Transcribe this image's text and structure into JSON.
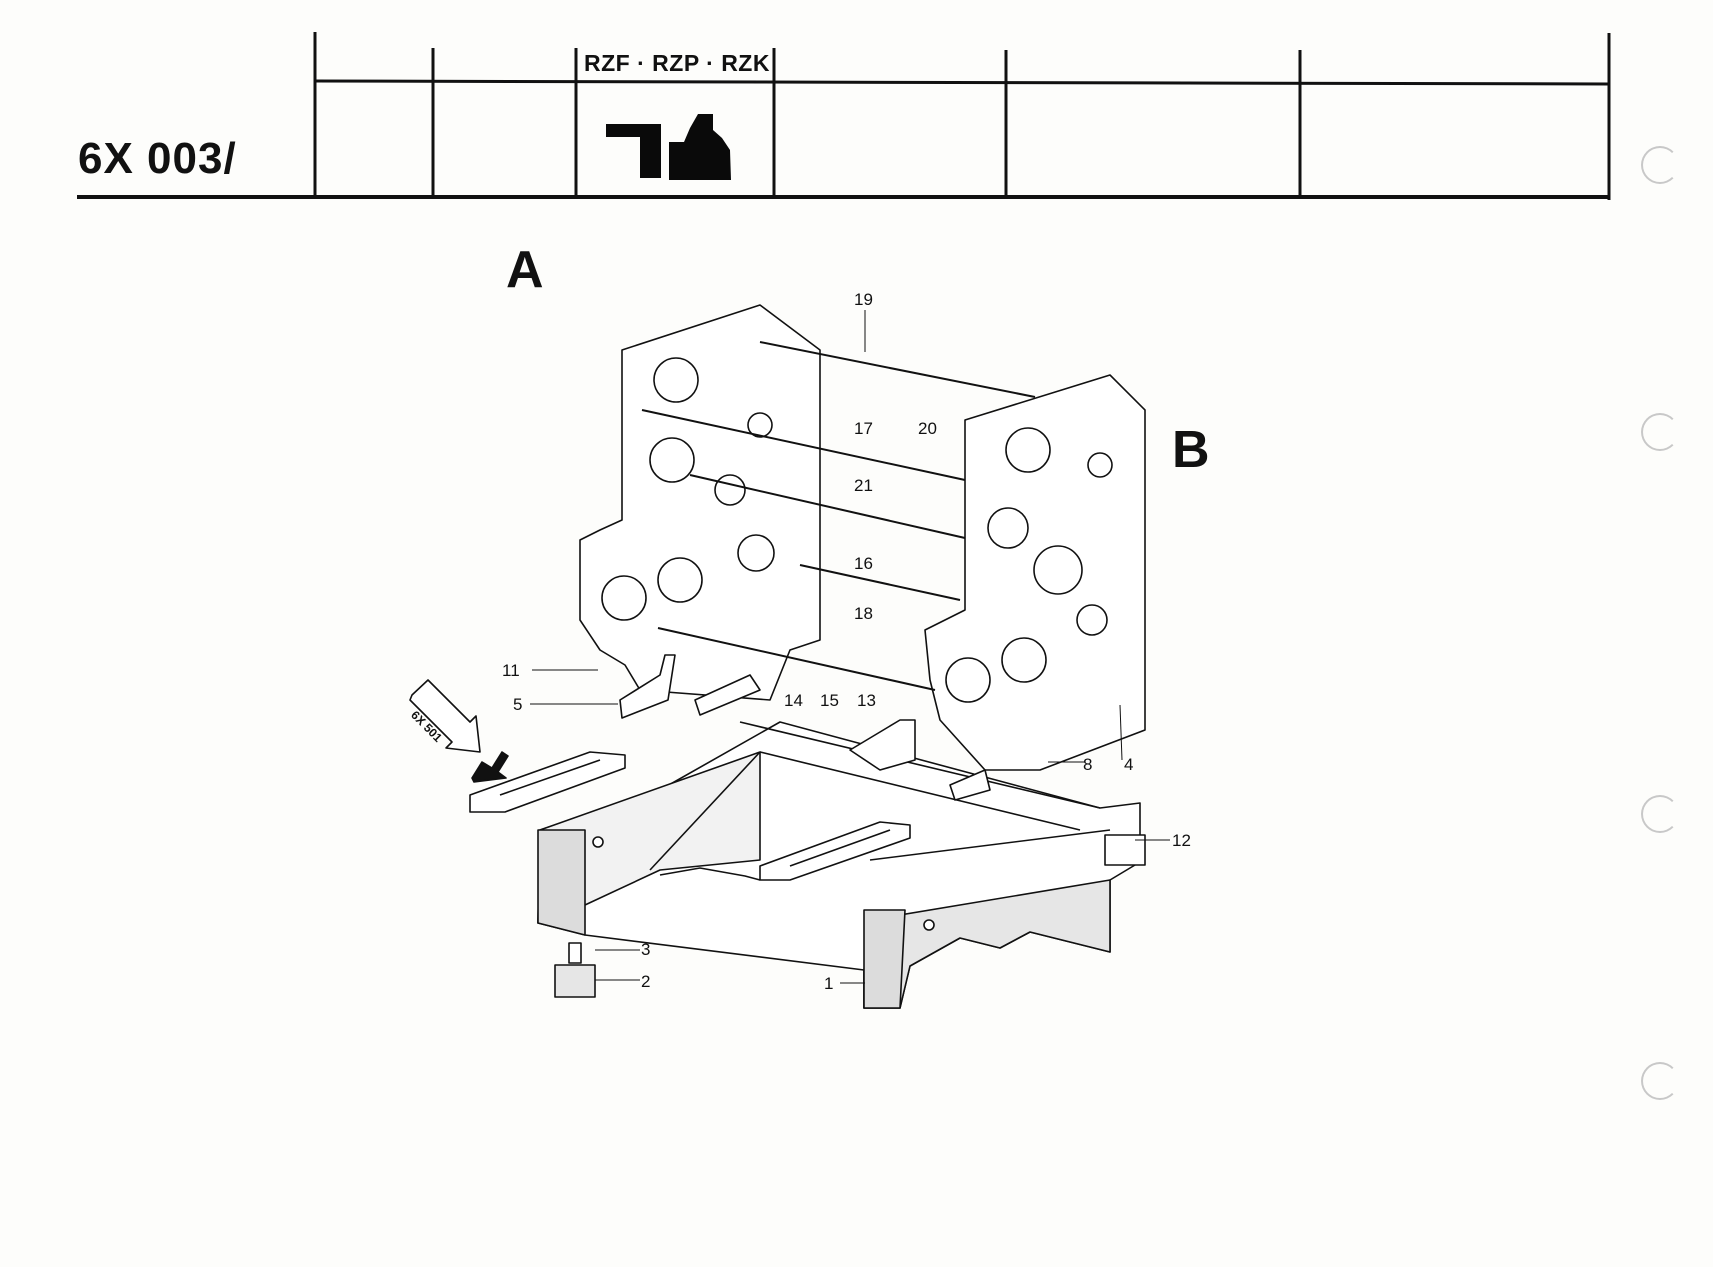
{
  "header": {
    "doc_code": "6X 003/",
    "series_label": "RZF · RZP · RZK"
  },
  "drawing": {
    "view_a": "A",
    "view_b": "B",
    "ref_tag": "6X 501",
    "callouts": {
      "c1": "1",
      "c2": "2",
      "c3": "3",
      "c4": "4",
      "c5": "5",
      "c8": "8",
      "c11": "11",
      "c12": "12",
      "c13": "13",
      "c14": "14",
      "c15": "15",
      "c16": "16",
      "c17": "17",
      "c18": "18",
      "c19": "19",
      "c20": "20",
      "c21": "21"
    }
  }
}
